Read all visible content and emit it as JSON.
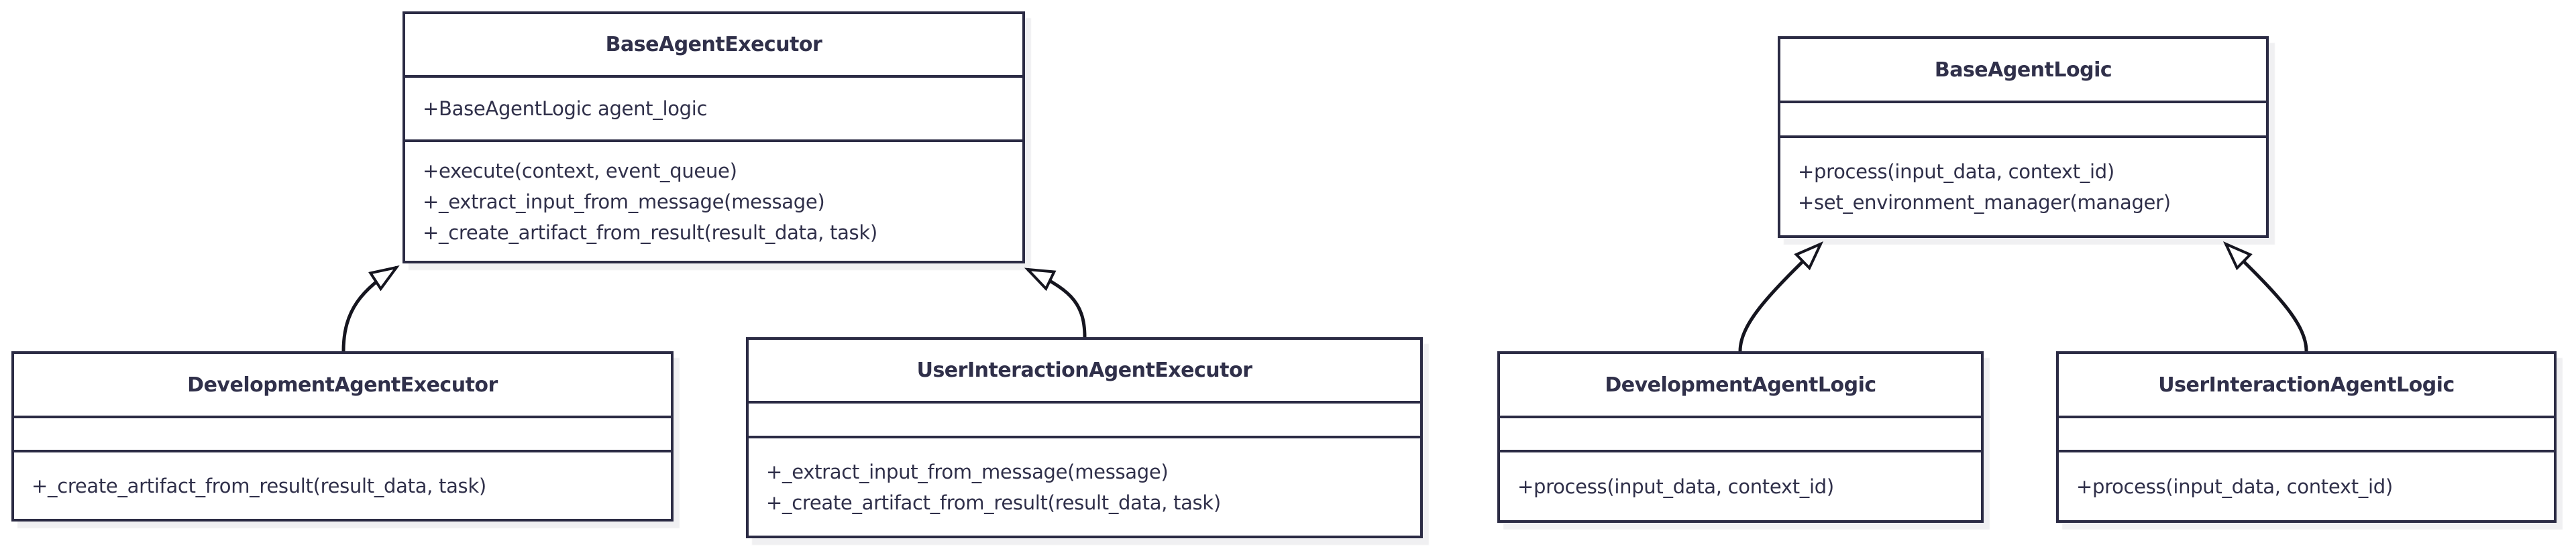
{
  "diagram": {
    "type": "uml_class_diagram",
    "classes": [
      {
        "name": "BaseAgentExecutor",
        "attributes": [
          "+BaseAgentLogic agent_logic"
        ],
        "methods": [
          "+execute(context, event_queue)",
          "+_extract_input_from_message(message)",
          "+_create_artifact_from_result(result_data, task)"
        ]
      },
      {
        "name": "DevelopmentAgentExecutor",
        "attributes": [],
        "methods": [
          "+_create_artifact_from_result(result_data, task)"
        ]
      },
      {
        "name": "UserInteractionAgentExecutor",
        "attributes": [],
        "methods": [
          "+_extract_input_from_message(message)",
          "+_create_artifact_from_result(result_data, task)"
        ]
      },
      {
        "name": "BaseAgentLogic",
        "attributes": [],
        "methods": [
          "+process(input_data, context_id)",
          "+set_environment_manager(manager)"
        ]
      },
      {
        "name": "DevelopmentAgentLogic",
        "attributes": [],
        "methods": [
          "+process(input_data, context_id)"
        ]
      },
      {
        "name": "UserInteractionAgentLogic",
        "attributes": [],
        "methods": [
          "+process(input_data, context_id)"
        ]
      }
    ],
    "relationships": [
      {
        "from": "DevelopmentAgentExecutor",
        "to": "BaseAgentExecutor",
        "type": "inheritance"
      },
      {
        "from": "UserInteractionAgentExecutor",
        "to": "BaseAgentExecutor",
        "type": "inheritance"
      },
      {
        "from": "DevelopmentAgentLogic",
        "to": "BaseAgentLogic",
        "type": "inheritance"
      },
      {
        "from": "UserInteractionAgentLogic",
        "to": "BaseAgentLogic",
        "type": "inheritance"
      }
    ],
    "colors": {
      "box_border": "#2b2b44",
      "box_fill": "#ffffff",
      "text": "#30304a",
      "edge": "#15151f",
      "background": "#ffffff",
      "shadow": "#ededf0"
    }
  }
}
